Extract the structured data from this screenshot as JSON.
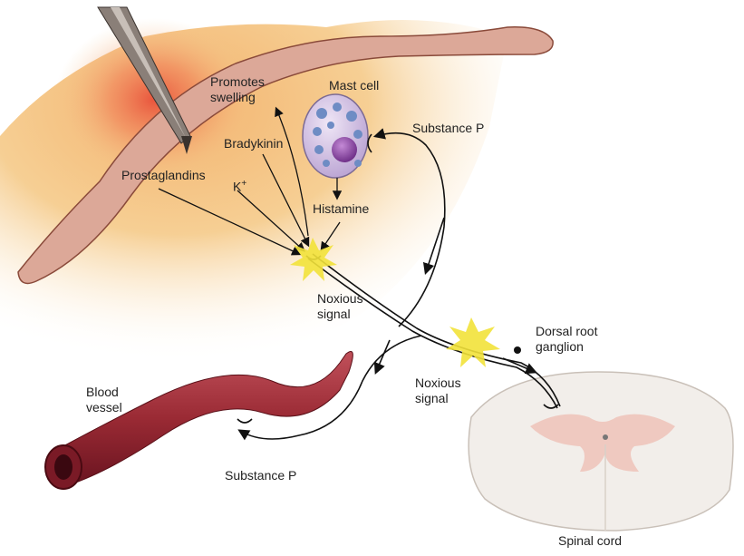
{
  "labels": {
    "promotes_swelling_1": "Promotes",
    "promotes_swelling_2": "swelling",
    "mast_cell": "Mast cell",
    "substance_p_top": "Substance P",
    "bradykinin": "Bradykinin",
    "prostaglandins": "Prostaglandins",
    "potassium": "K",
    "potassium_sup": "+",
    "histamine": "Histamine",
    "noxious_signal_1_a": "Noxious",
    "noxious_signal_1_b": "signal",
    "dorsal_root_1": "Dorsal root",
    "dorsal_root_2": "ganglion",
    "noxious_signal_2_a": "Noxious",
    "noxious_signal_2_b": "signal",
    "blood_vessel_1": "Blood",
    "blood_vessel_2": "vessel",
    "substance_p_bottom": "Substance P",
    "spinal_cord": "Spinal cord"
  },
  "colors": {
    "skin_band": "#dca898",
    "skin_outline": "#8a4a3a",
    "tissue": "#f6cf94",
    "injury_glow": "#e8503a",
    "vessel": "#9a2a34",
    "vessel_dark": "#6a1420",
    "mast_cell": "#c9b6dc",
    "granule": "#6e8cc4",
    "nucleus": "#8a4aa0",
    "flash": "#f2e23a",
    "spinal_cord": "#f2eeea",
    "grey_matter": "#efc9c0",
    "nerve": "#111111"
  },
  "icons": {
    "needle": "needle-icon"
  }
}
